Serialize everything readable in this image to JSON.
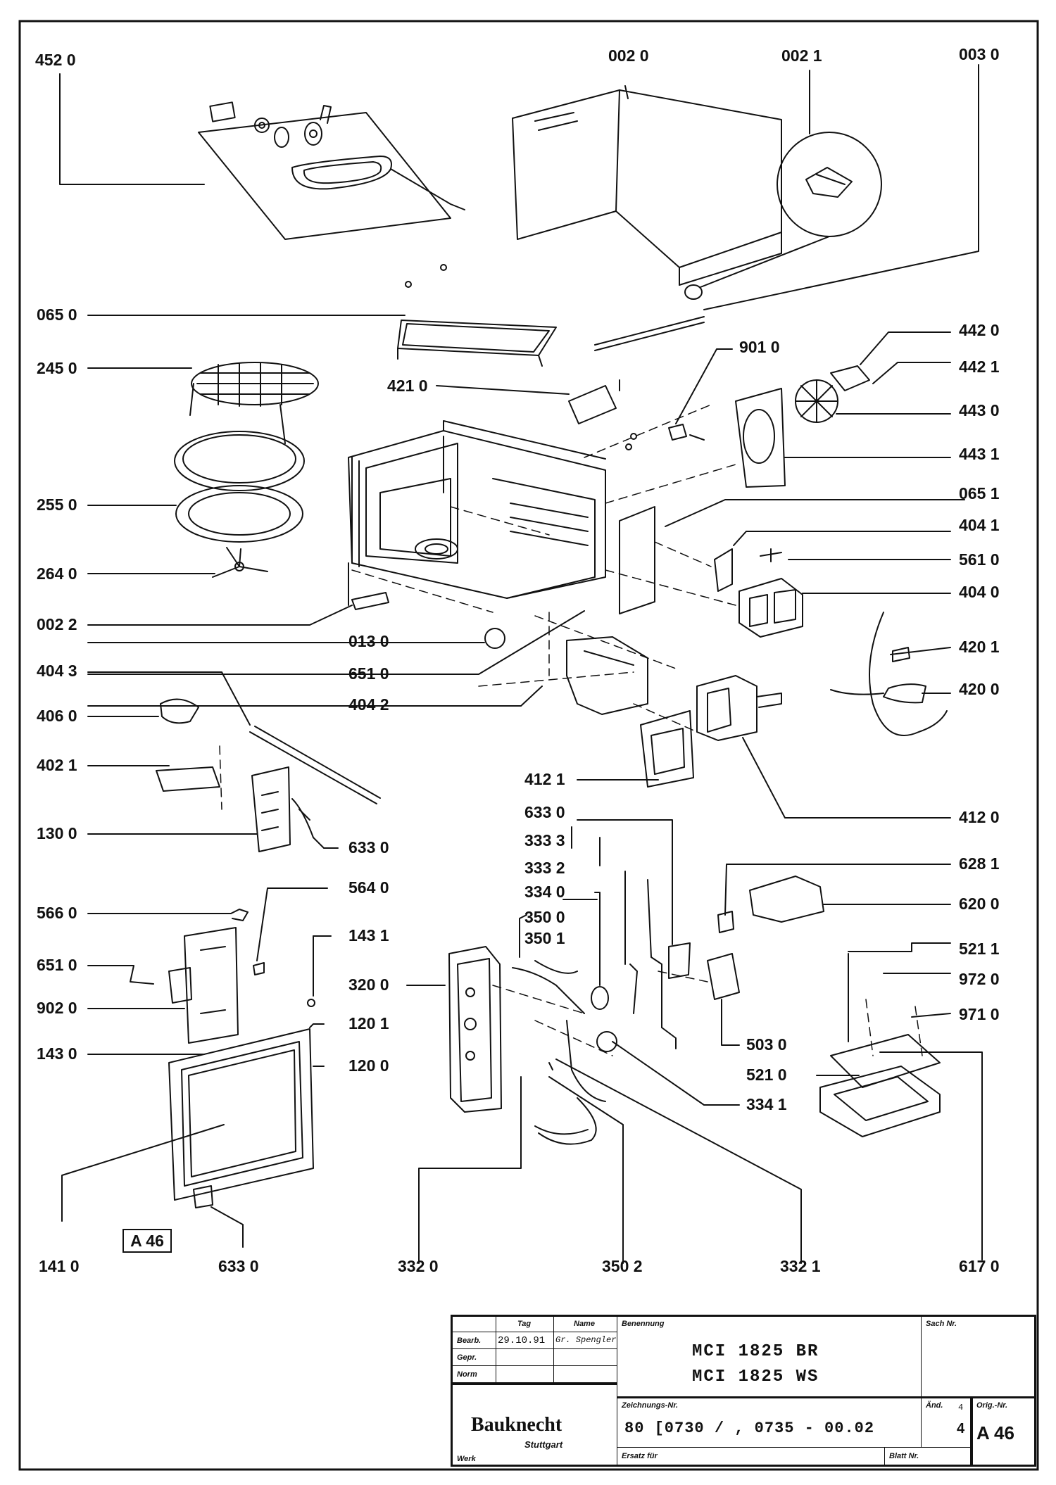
{
  "labels": [
    {
      "id": "4520",
      "text": "452 0"
    },
    {
      "id": "0020",
      "text": "002 0"
    },
    {
      "id": "0021",
      "text": "002 1"
    },
    {
      "id": "0030",
      "text": "003 0"
    },
    {
      "id": "0650",
      "text": "065 0"
    },
    {
      "id": "2450",
      "text": "245 0"
    },
    {
      "id": "4210",
      "text": "421 0"
    },
    {
      "id": "9010",
      "text": "901 0"
    },
    {
      "id": "4420",
      "text": "442 0"
    },
    {
      "id": "4421",
      "text": "442 1"
    },
    {
      "id": "4430",
      "text": "443 0"
    },
    {
      "id": "4431",
      "text": "443 1"
    },
    {
      "id": "0651",
      "text": "065 1"
    },
    {
      "id": "2550",
      "text": "255 0"
    },
    {
      "id": "4041",
      "text": "404 1"
    },
    {
      "id": "5610",
      "text": "561 0"
    },
    {
      "id": "2640",
      "text": "264 0"
    },
    {
      "id": "4040",
      "text": "404 0"
    },
    {
      "id": "0022",
      "text": "002 2"
    },
    {
      "id": "0130",
      "text": "013 0"
    },
    {
      "id": "4201",
      "text": "420 1"
    },
    {
      "id": "6510a",
      "text": "651 0"
    },
    {
      "id": "4200",
      "text": "420 0"
    },
    {
      "id": "4043",
      "text": "404 3"
    },
    {
      "id": "4042",
      "text": "404 2"
    },
    {
      "id": "4060",
      "text": "406 0"
    },
    {
      "id": "4021",
      "text": "402 1"
    },
    {
      "id": "4121",
      "text": "412 1"
    },
    {
      "id": "6330a",
      "text": "633 0"
    },
    {
      "id": "4120",
      "text": "412 0"
    },
    {
      "id": "1300",
      "text": "130 0"
    },
    {
      "id": "6330b",
      "text": "633 0"
    },
    {
      "id": "3333",
      "text": "333 3"
    },
    {
      "id": "3332",
      "text": "333 2"
    },
    {
      "id": "6281",
      "text": "628 1"
    },
    {
      "id": "5640",
      "text": "564 0"
    },
    {
      "id": "3340",
      "text": "334 0"
    },
    {
      "id": "6200",
      "text": "620 0"
    },
    {
      "id": "5660",
      "text": "566 0"
    },
    {
      "id": "3500",
      "text": "350 0"
    },
    {
      "id": "1431",
      "text": "143 1"
    },
    {
      "id": "3501",
      "text": "350 1"
    },
    {
      "id": "5211",
      "text": "521 1"
    },
    {
      "id": "6510b",
      "text": "651 0"
    },
    {
      "id": "9720",
      "text": "972 0"
    },
    {
      "id": "3200",
      "text": "320 0"
    },
    {
      "id": "9020",
      "text": "902 0"
    },
    {
      "id": "9710",
      "text": "971 0"
    },
    {
      "id": "1201",
      "text": "120 1"
    },
    {
      "id": "5030",
      "text": "503 0"
    },
    {
      "id": "1430",
      "text": "143 0"
    },
    {
      "id": "1200",
      "text": "120 0"
    },
    {
      "id": "5210",
      "text": "521 0"
    },
    {
      "id": "3341",
      "text": "334 1"
    },
    {
      "id": "1410",
      "text": "141 0"
    },
    {
      "id": "6330c",
      "text": "633 0"
    },
    {
      "id": "3320",
      "text": "332 0"
    },
    {
      "id": "3502",
      "text": "350 2"
    },
    {
      "id": "3321",
      "text": "332 1"
    },
    {
      "id": "6170",
      "text": "617 0"
    }
  ],
  "ref_box": "A 46",
  "title_block": {
    "col_tag": "Tag",
    "col_name": "Name",
    "row_bearb": "Bearb.",
    "row_gepr": "Gepr.",
    "row_norm": "Norm",
    "bearb_date": "29.10.91",
    "bearb_name": "Gr. Spengler",
    "benennung_label": "Benennung",
    "model_1": "MCI  1825  BR",
    "model_2": "MCI  1825  WS",
    "sach_nr_label": "Sach Nr.",
    "zeichnungs_nr_label": "Zeichnungs-Nr.",
    "drawing_number": "80 [0730 / , 0735  -  00.02",
    "ersatz_fuer_label": "Ersatz für",
    "blatt_nr_label": "Blatt Nr.",
    "aend_label": "Änd.",
    "aend_value": "4",
    "aend_small": "4",
    "orig_label": "Orig.-Nr.",
    "orig_value": "A 46",
    "company": "Bauknecht",
    "city": "Stuttgart",
    "werk_label": "Werk"
  }
}
